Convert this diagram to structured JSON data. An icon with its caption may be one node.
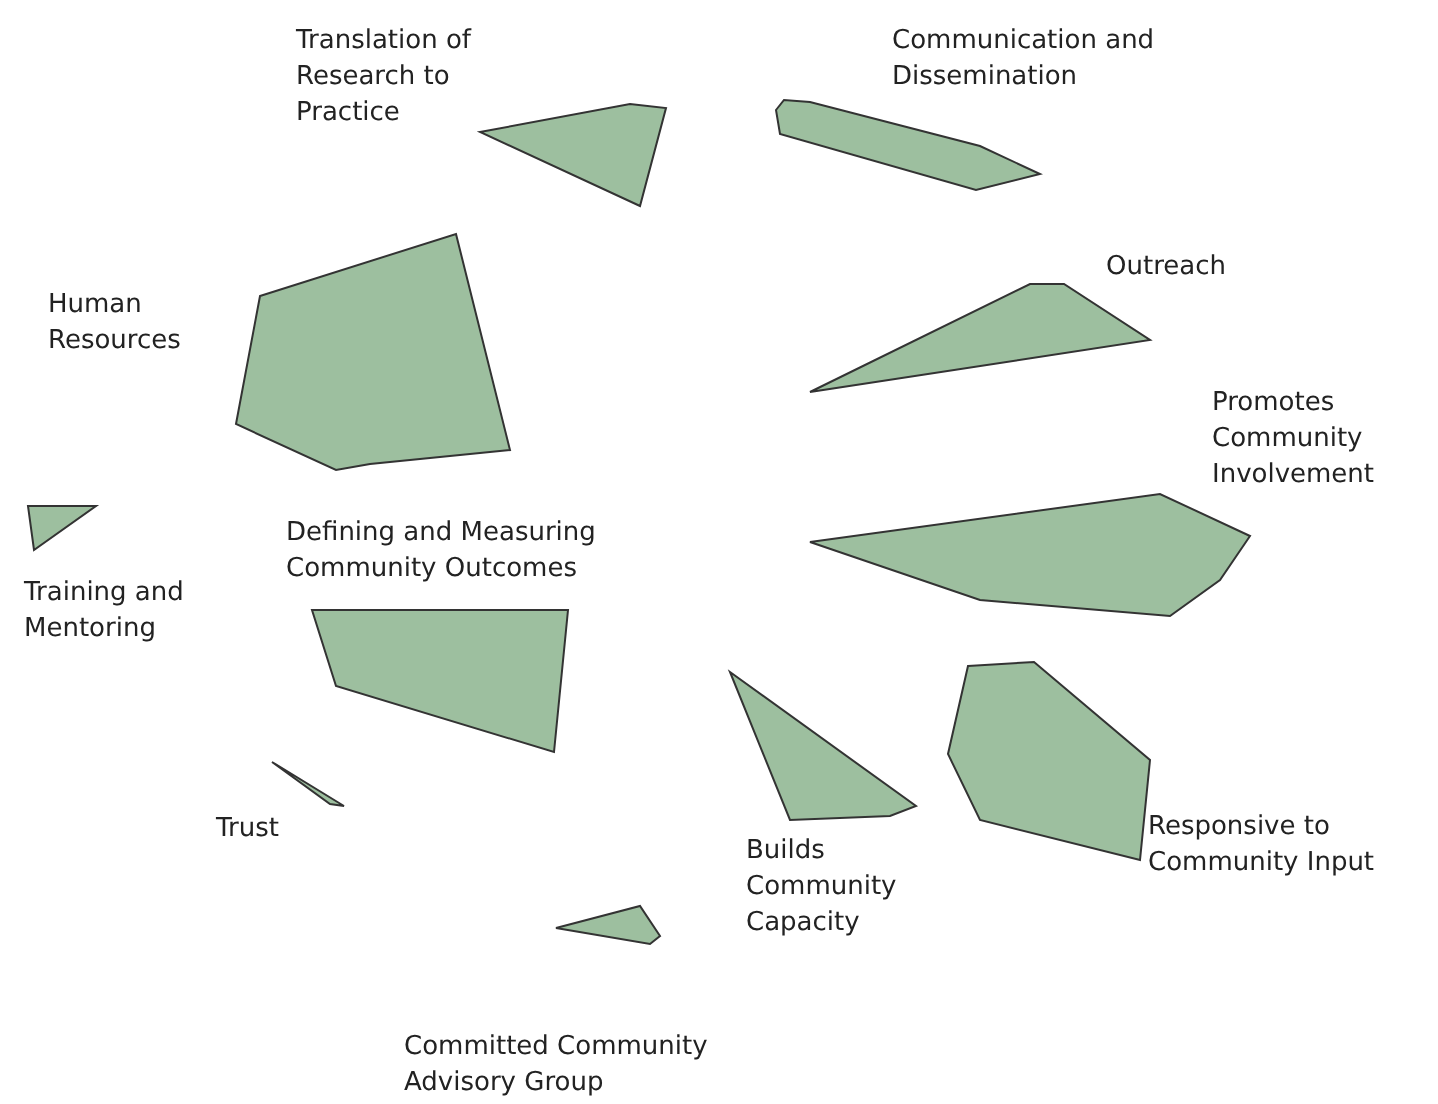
{
  "diagram": {
    "nodes": [
      {
        "text": [
          "Translation of Research to Practice"
        ]
      },
      {
        "text": [
          "Communication and Dissemination"
        ]
      },
      {
        "text": [
          "Outreach"
        ]
      },
      {
        "text": [
          "Promotes Community Involvement"
        ]
      },
      {
        "text": [
          "Human Resources"
        ]
      },
      {
        "text": [
          "Training and Mentoring"
        ]
      },
      {
        "text": [
          "Defining and Measuring Community Outcomes"
        ]
      },
      {
        "text": [
          "Builds Community Capacity"
        ]
      },
      {
        "text": [
          "Responsive to Community Input"
        ]
      },
      {
        "text": [
          "Trust"
        ]
      },
      {
        "text": [
          "Committed Community Advisory Group"
        ]
      }
    ]
  }
}
